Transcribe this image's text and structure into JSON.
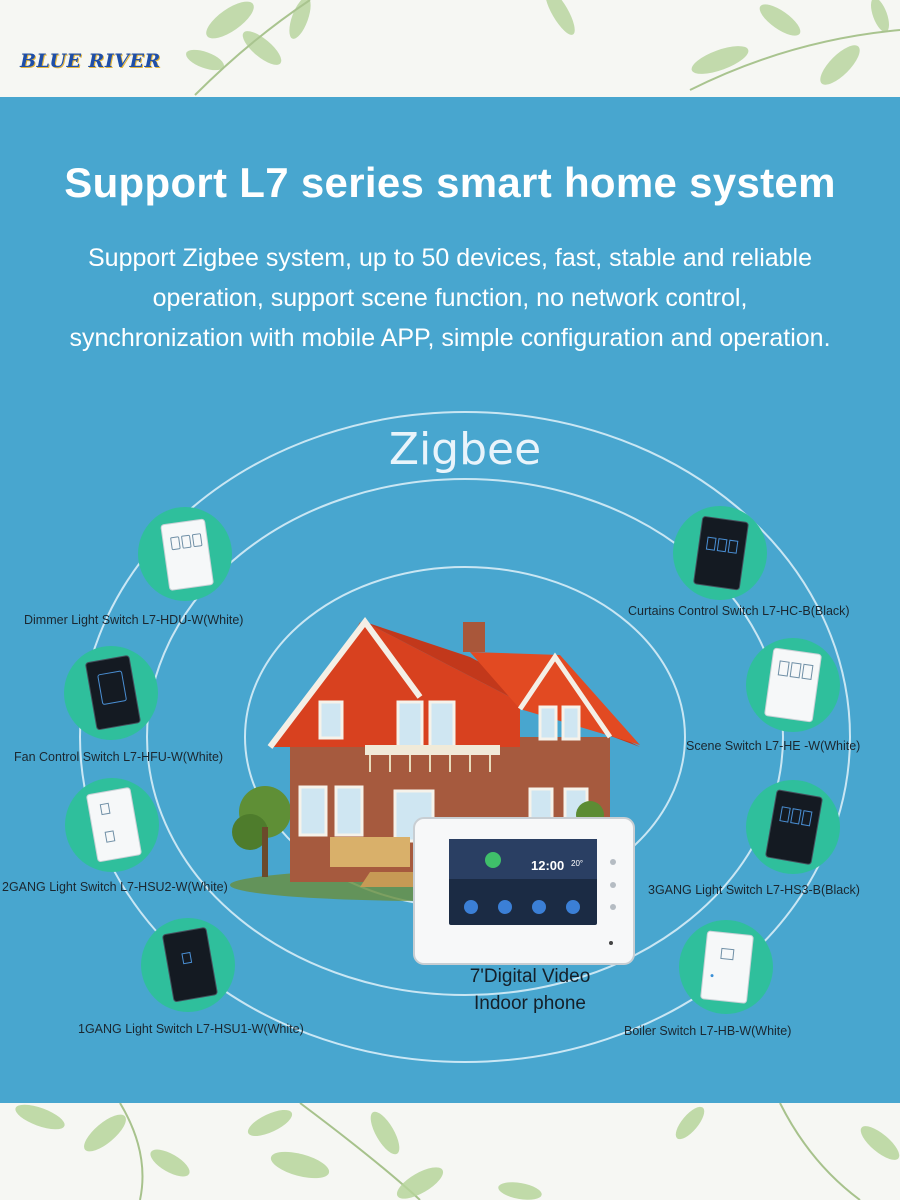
{
  "brand": {
    "logo_text": "BLUE RIVER",
    "accent": "#1f4fa8",
    "gold": "#e3b53c"
  },
  "hero": {
    "headline": "Support L7 series smart home system",
    "sub_line1": "Support Zigbee system,  up to 50 devices, fast, stable and reliable",
    "sub_line2": "operation, support scene function,  no network control,",
    "sub_line3": "synchronization with mobile APP, simple configuration and operation."
  },
  "zigbee": {
    "title": "Zigbee",
    "panel_color": "#48a6cf",
    "ring_color": "#d8eef8"
  },
  "devices": [
    {
      "label": "Dimmer Light Switch L7-HDU-W(White)",
      "icon": "dimmer-switch-white-icon",
      "finish": "white"
    },
    {
      "label": "Fan Control Switch L7-HFU-W(White)",
      "icon": "fan-switch-black-icon",
      "finish": "black"
    },
    {
      "label": "2GANG Light Switch L7-HSU2-W(White)",
      "icon": "two-gang-switch-white-icon",
      "finish": "white"
    },
    {
      "label": "1GANG Light Switch L7-HSU1-W(White)",
      "icon": "one-gang-switch-black-icon",
      "finish": "black"
    },
    {
      "label": "Curtains Control Switch L7-HC-B(Black)",
      "icon": "curtain-switch-black-icon",
      "finish": "black"
    },
    {
      "label": "Scene Switch L7-HE -W(White)",
      "icon": "scene-switch-white-icon",
      "finish": "white"
    },
    {
      "label": "3GANG Light Switch L7-HS3-B(Black)",
      "icon": "three-gang-switch-black-icon",
      "finish": "black"
    },
    {
      "label": "Boiler Switch L7-HB-W(White)",
      "icon": "boiler-switch-white-icon",
      "finish": "white"
    }
  ],
  "indoor_phone": {
    "caption_line1": "7'Digital Video",
    "caption_line2": "Indoor phone",
    "screen_time": "12:00",
    "screen_temp": "20°"
  }
}
